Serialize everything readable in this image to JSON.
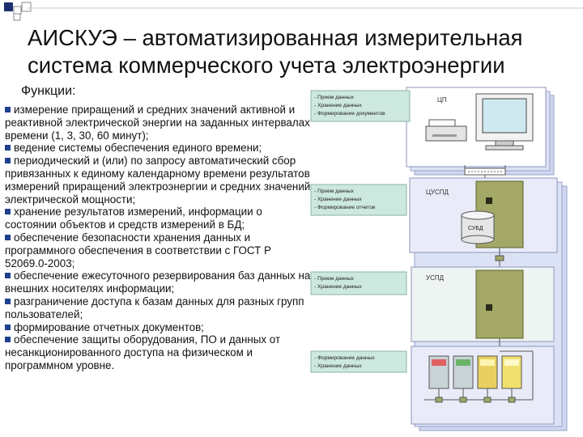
{
  "slide": {
    "title_line1": "АИСКУЭ – автоматизированная измерительная",
    "title_line2": "система коммерческого учета электроэнергии",
    "functions_heading": "Функции:",
    "functions": [
      "измерение приращений и средних значений активной и реактивной электрической энергии на заданных интервалах времени (1, 3, 30, 60 минут);",
      "ведение системы обеспечения единого времени;",
      "периодический и (или) по запросу автоматический сбор привязанных к единому календарному времени результатов измерений приращений электроэнергии и средних значений электрической мощности;",
      "хранение результатов измерений, информации о состоянии объектов и средств измерений в БД;",
      "обеспечение безопасности хранения данных и программного обеспечения в соответствии с ГОСТ Р 52069.0-2003;",
      "обеспечение ежесуточного резервирования баз данных на внешних носителях информации;",
      "разграничение доступа к базам данных для разных групп пользователей;",
      "формирование отчетных документов;",
      "обеспечение защиты оборудования, ПО и данных от несанкционированного доступа на физическом и программном уровне."
    ]
  },
  "diagram": {
    "level_cp": {
      "label": "ЦП",
      "notes": [
        "- Прием данных",
        "- Хранение данных",
        "- Формирование документов"
      ]
    },
    "level_cuspd": {
      "label": "ЦУСПД",
      "notes": [
        "- Прием данных",
        "- Хранение данных",
        "- Формирование отчетов"
      ],
      "db_label": "СУБД"
    },
    "level_uspd": {
      "label": "УСПД",
      "notes": [
        "- Прием данных",
        "- Хранение данных"
      ]
    },
    "level_meters": {
      "notes": [
        "- Формирование данных",
        "- Хранение данных"
      ]
    }
  }
}
